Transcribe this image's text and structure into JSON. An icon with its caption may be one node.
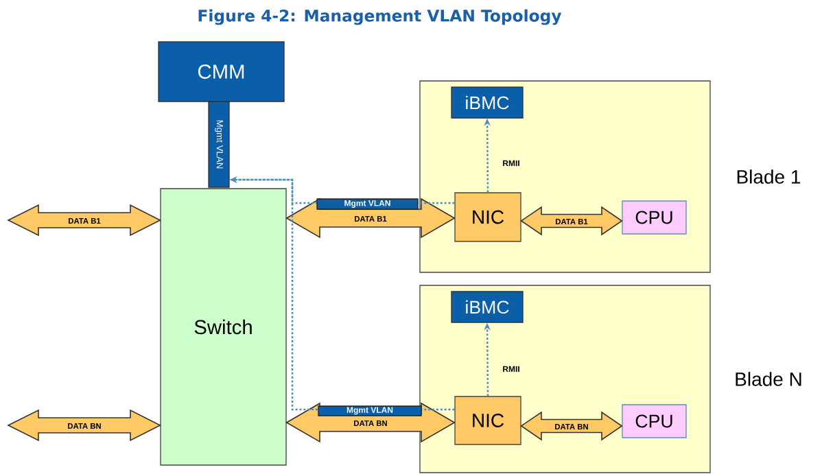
{
  "diagram": {
    "title": "Figure 4-2:  Management VLAN Topology",
    "nodes": [
      {
        "text": [
          "CMM"
        ]
      },
      {
        "text": [
          "Mgmt VLAN"
        ]
      },
      {
        "text": [
          "Switch"
        ]
      },
      {
        "text": [
          "Blade 1"
        ]
      },
      {
        "text": [
          "iBMC"
        ],
        "in": 3
      },
      {
        "text": [
          "NIC"
        ],
        "in": 3
      },
      {
        "text": [
          "CPU"
        ],
        "in": 3
      },
      {
        "text": [
          "Blade N"
        ]
      },
      {
        "text": [
          "iBMC"
        ],
        "in": 7
      },
      {
        "text": [
          "NIC"
        ],
        "in": 7
      },
      {
        "text": [
          "CPU"
        ],
        "in": 7
      }
    ],
    "edges": [
      {
        "from": null,
        "to": 2,
        "arrow": "both",
        "label": "DATA B1"
      },
      {
        "from": 2,
        "to": 5,
        "arrow": "both",
        "label": "DATA B1"
      },
      {
        "from": 5,
        "to": 6,
        "arrow": "both",
        "label": "DATA B1"
      },
      {
        "from": null,
        "to": 2,
        "arrow": "both",
        "label": "DATA BN"
      },
      {
        "from": 2,
        "to": 9,
        "arrow": "both",
        "label": "DATA BN"
      },
      {
        "from": 9,
        "to": 10,
        "arrow": "both",
        "label": "DATA BN"
      },
      {
        "from": 5,
        "to": 4,
        "arrow": "to",
        "label": "RMII",
        "style": "dashed",
        "color": "#4a8cc4"
      },
      {
        "from": 5,
        "to": 1,
        "arrow": "to",
        "label": "Mgmt VLAN",
        "style": "dashed",
        "color": "#4a8cc4"
      },
      {
        "from": 9,
        "to": 8,
        "arrow": "to",
        "label": "RMII",
        "style": "dashed",
        "color": "#4a8cc4"
      },
      {
        "from": 9,
        "to": 1,
        "arrow": "to",
        "label": "Mgmt VLAN",
        "style": "dashed",
        "color": "#4a8cc4"
      }
    ]
  }
}
